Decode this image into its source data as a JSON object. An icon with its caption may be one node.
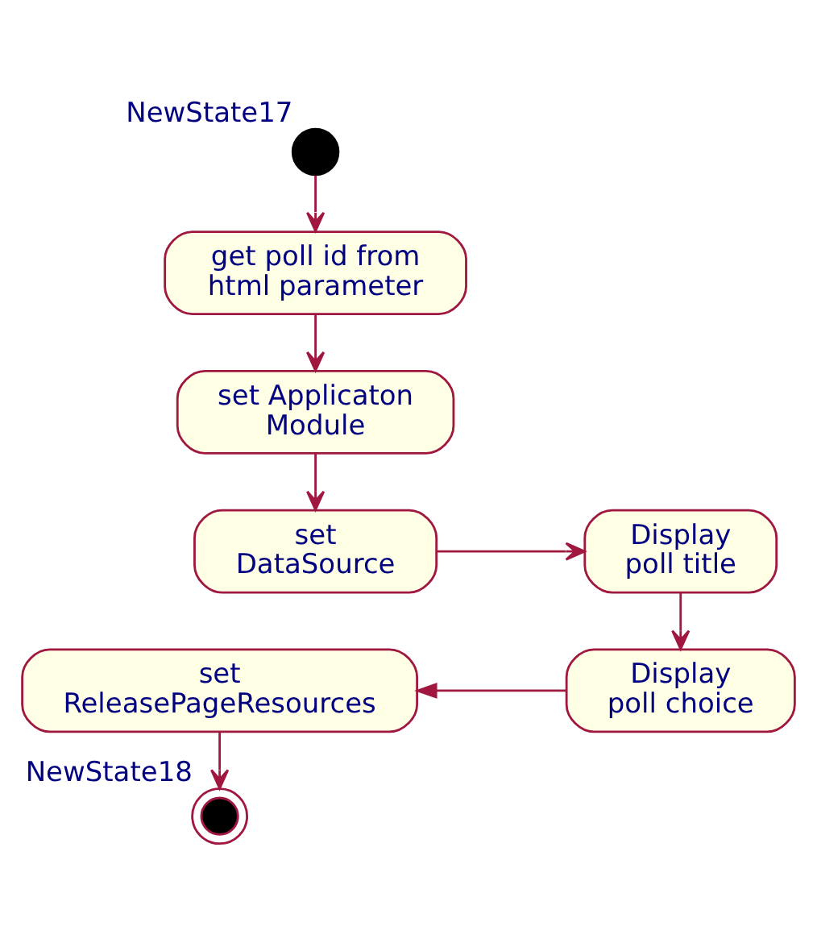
{
  "diagram": {
    "nodes": [
      {
        "text": [],
        "shape": "circle",
        "beside": [
          "NewState17"
        ]
      },
      {
        "text": [
          "get poll id from html parameter"
        ]
      },
      {
        "text": [
          "set Applicaton Module"
        ]
      },
      {
        "text": [
          "set DataSource"
        ]
      },
      {
        "text": [
          "Display poll title"
        ]
      },
      {
        "text": [
          "Display poll choice"
        ]
      },
      {
        "text": [
          "set ReleasePageResources"
        ]
      },
      {
        "text": [],
        "shape": "circle",
        "beside": [
          "NewState18"
        ]
      }
    ],
    "edges": [
      {
        "from": 0,
        "to": 1,
        "arrow": "to"
      },
      {
        "from": 1,
        "to": 2,
        "arrow": "to"
      },
      {
        "from": 2,
        "to": 3,
        "arrow": "to"
      },
      {
        "from": 3,
        "to": 4,
        "arrow": "to"
      },
      {
        "from": 4,
        "to": 5,
        "arrow": "to"
      },
      {
        "from": 5,
        "to": 6,
        "arrow": "to"
      },
      {
        "from": 6,
        "to": 7,
        "arrow": "to"
      }
    ]
  }
}
